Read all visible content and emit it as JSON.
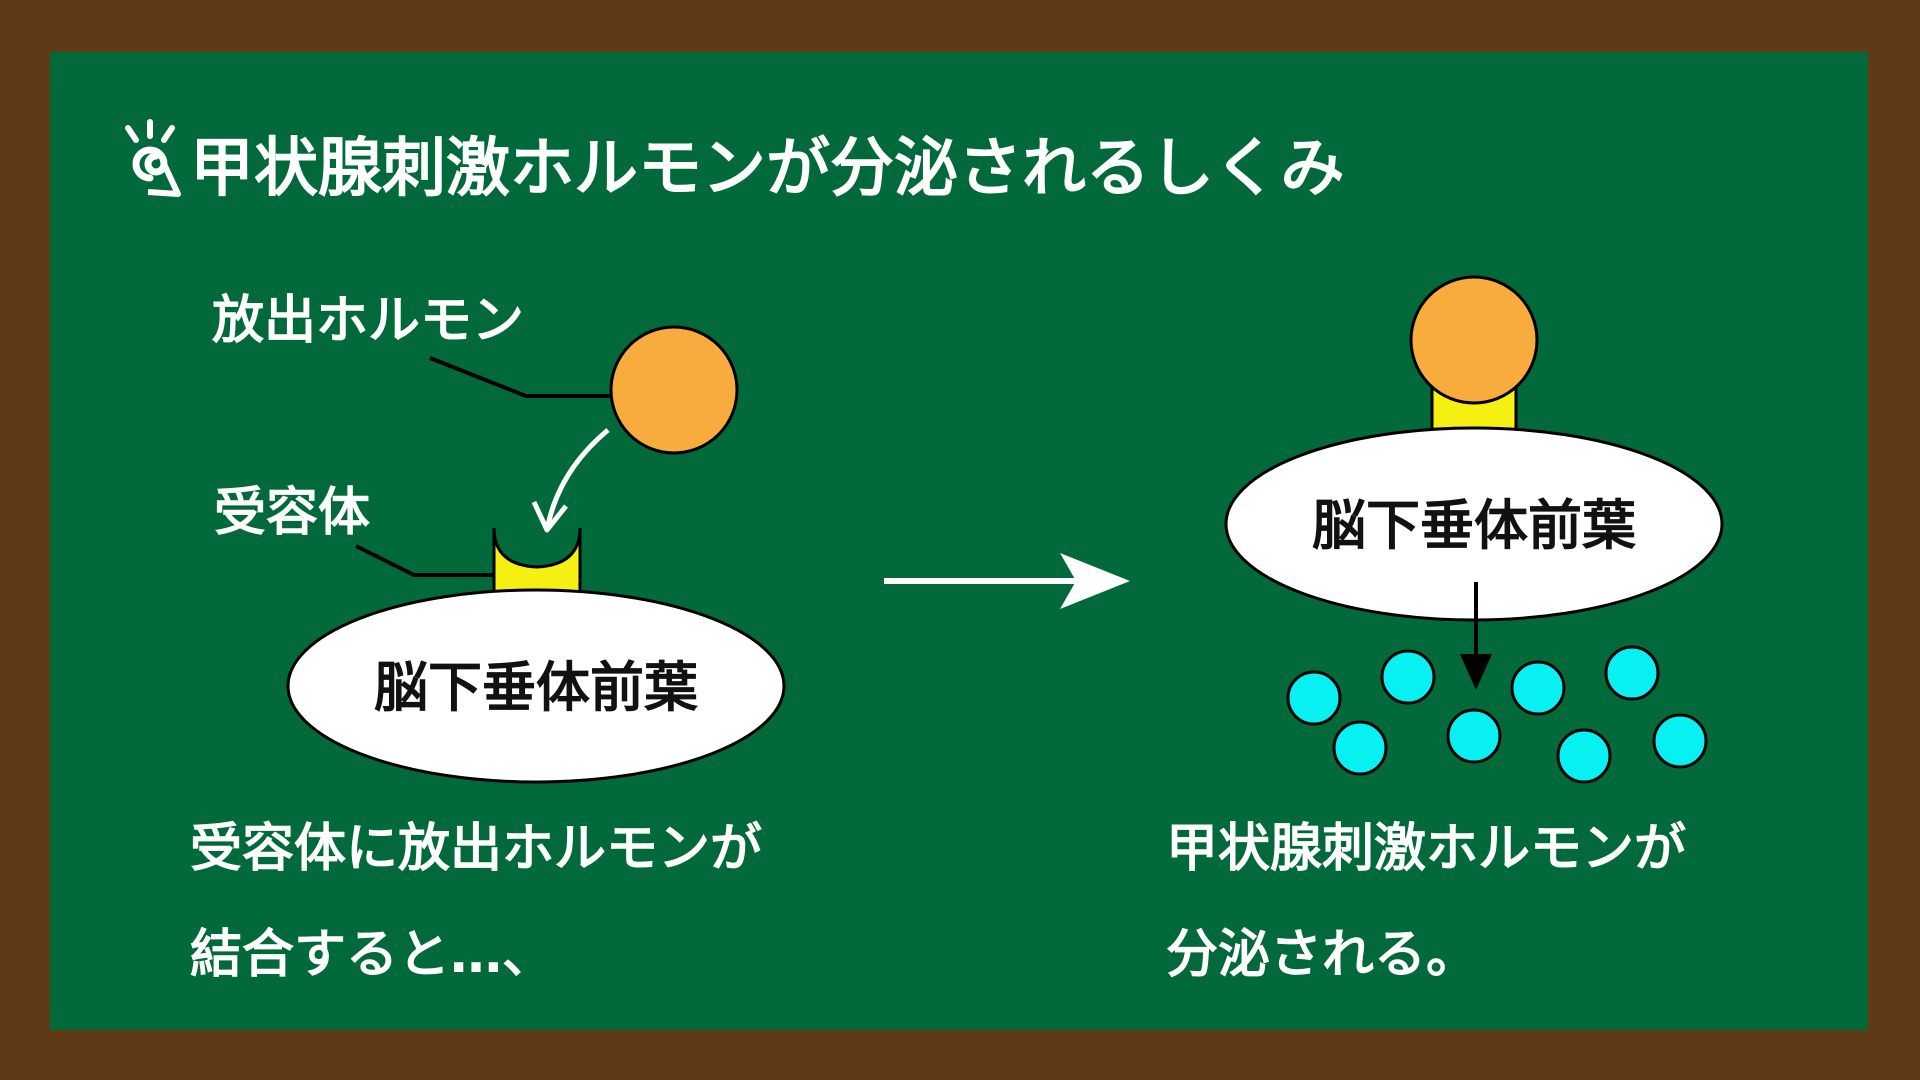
{
  "title": "甲状腺刺激ホルモンが分泌されるしくみ",
  "left": {
    "hormone_label": "放出ホルモン",
    "receptor_label": "受容体",
    "organ_label": "脳下垂体前葉",
    "caption_line1": "受容体に放出ホルモンが",
    "caption_line2": "結合すると…、"
  },
  "right": {
    "organ_label": "脳下垂体前葉",
    "caption_line1": "甲状腺刺激ホルモンが",
    "caption_line2": "分泌される。"
  },
  "colors": {
    "board": "#02693a",
    "frame": "#5e3a17",
    "release_hormone": "#f9ac3e",
    "receptor": "#f5ef12",
    "tsh_particle": "#08f0f2",
    "organ": "#ffffff"
  },
  "icons": {
    "title_icon": "lightbulb-spiral-icon"
  }
}
